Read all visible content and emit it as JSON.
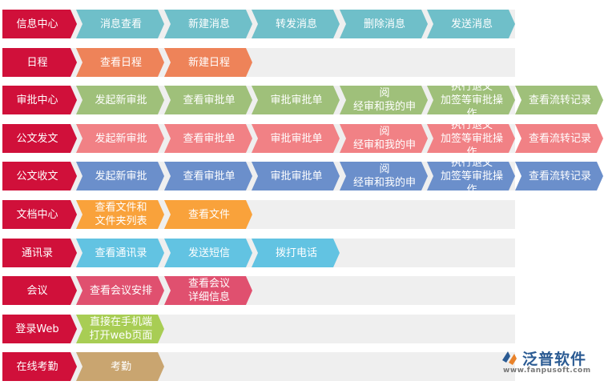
{
  "colors": {
    "head": "#d0103a",
    "row_bg": "#efefef"
  },
  "rows": [
    {
      "name": "message-center",
      "label": "信息中心",
      "color": "#6fbfc9",
      "steps": [
        "消息查看",
        "新建消息",
        "转发消息",
        "删除消息",
        "发送消息"
      ]
    },
    {
      "name": "schedule",
      "label": "日程",
      "color": "#ee8359",
      "steps": [
        "查看日程",
        "新建日程"
      ]
    },
    {
      "name": "approval-center",
      "label": "审批中心",
      "color": "#9fc07a",
      "steps": [
        "发起新审批",
        "查看审批单",
        "审批审批单",
        "查看待审、特阅\n经审和我的申请",
        "执行退文\n加签等审批操作",
        "查看流转记录"
      ]
    },
    {
      "name": "document-send",
      "label": "公文发文",
      "color": "#f18185",
      "steps": [
        "发起新审批",
        "查看审批单",
        "审批审批单",
        "查看待审、特阅\n经审和我的申请",
        "执行退文\n加签等审批操作",
        "查看流转记录"
      ]
    },
    {
      "name": "document-receive",
      "label": "公文收文",
      "color": "#6b8fcb",
      "steps": [
        "发起新审批",
        "查看审批单",
        "审批审批单",
        "查看待审、特阅\n经审和我的申请",
        "执行退文\n加签等审批操作",
        "查看流转记录"
      ]
    },
    {
      "name": "document-center",
      "label": "文档中心",
      "color": "#f9a23b",
      "steps": [
        "查看文件和\n文件夹列表",
        "查看文件"
      ]
    },
    {
      "name": "contacts",
      "label": "通讯录",
      "color": "#62c3e2",
      "steps": [
        "查看通讯录",
        "发送短信",
        "拨打电话"
      ]
    },
    {
      "name": "meeting",
      "label": "会议",
      "color": "#e0506f",
      "steps": [
        "查看会议安排",
        "查看会议\n详细信息"
      ]
    },
    {
      "name": "login-web",
      "label": "登录Web",
      "color": "#a8cd54",
      "steps": [
        "直接在手机端\n打开web页面"
      ]
    },
    {
      "name": "attendance",
      "label": "在线考勤",
      "color": "#c9a570",
      "steps": [
        "考勤"
      ]
    }
  ],
  "logo": {
    "name_cn": "泛普软件",
    "url": "www.fanpusoft.com"
  }
}
